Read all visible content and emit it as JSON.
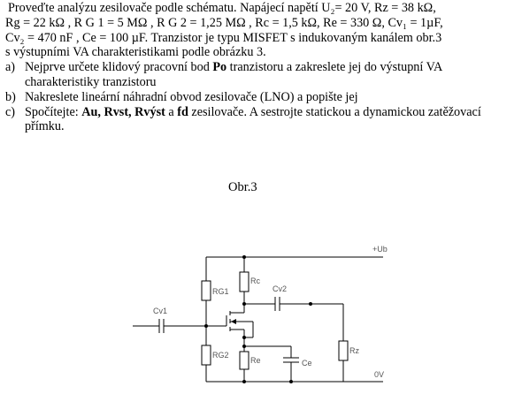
{
  "problem": {
    "intro_lines": [
      "Proveďte analýzu zesilovače podle schématu. Napájecí napětí U₂= 20 V, Rz = 38 kΩ,",
      "Rg = 22 kΩ , R G 1 = 5 MΩ , R G 2 = 1,25 MΩ , Rc = 1,5 kΩ, Re = 330 Ω, Cv₁ = 1µF,",
      "Cv₂ = 470 nF ,   Ce = 100 µF. Tranzistor je typu MISFET s indukovaným kanálem obr.3",
      "s výstupními VA charakteristikami podle obrázku 3."
    ],
    "tasks": [
      {
        "mark": "a)",
        "parts": [
          "Nejprve určete klidový pracovní bod ",
          "Po",
          " tranzistoru a zakreslete jej do výstupní VA charakteristiky tranzistoru"
        ]
      },
      {
        "mark": "b)",
        "text": "Nakreslete lineární náhradní obvod zesilovače (LNO) a popište jej"
      },
      {
        "mark": "c)",
        "parts": [
          "Spočítejte: ",
          "Au, Rvst, Rvýst",
          " a ",
          "fd",
          " zesilovače. A sestrojte statickou a dynamickou zatěžovací přímku."
        ]
      }
    ]
  },
  "figure": {
    "label": "Obr.3"
  },
  "circuit": {
    "labels": {
      "supply": "+Ub",
      "ground": "0V",
      "rg1": "RG1",
      "rg2": "RG2",
      "rc": "Rc",
      "re": "Re",
      "ce": "Ce",
      "cv1": "Cv1",
      "cv2": "Cv2",
      "rz": "Rz"
    }
  }
}
